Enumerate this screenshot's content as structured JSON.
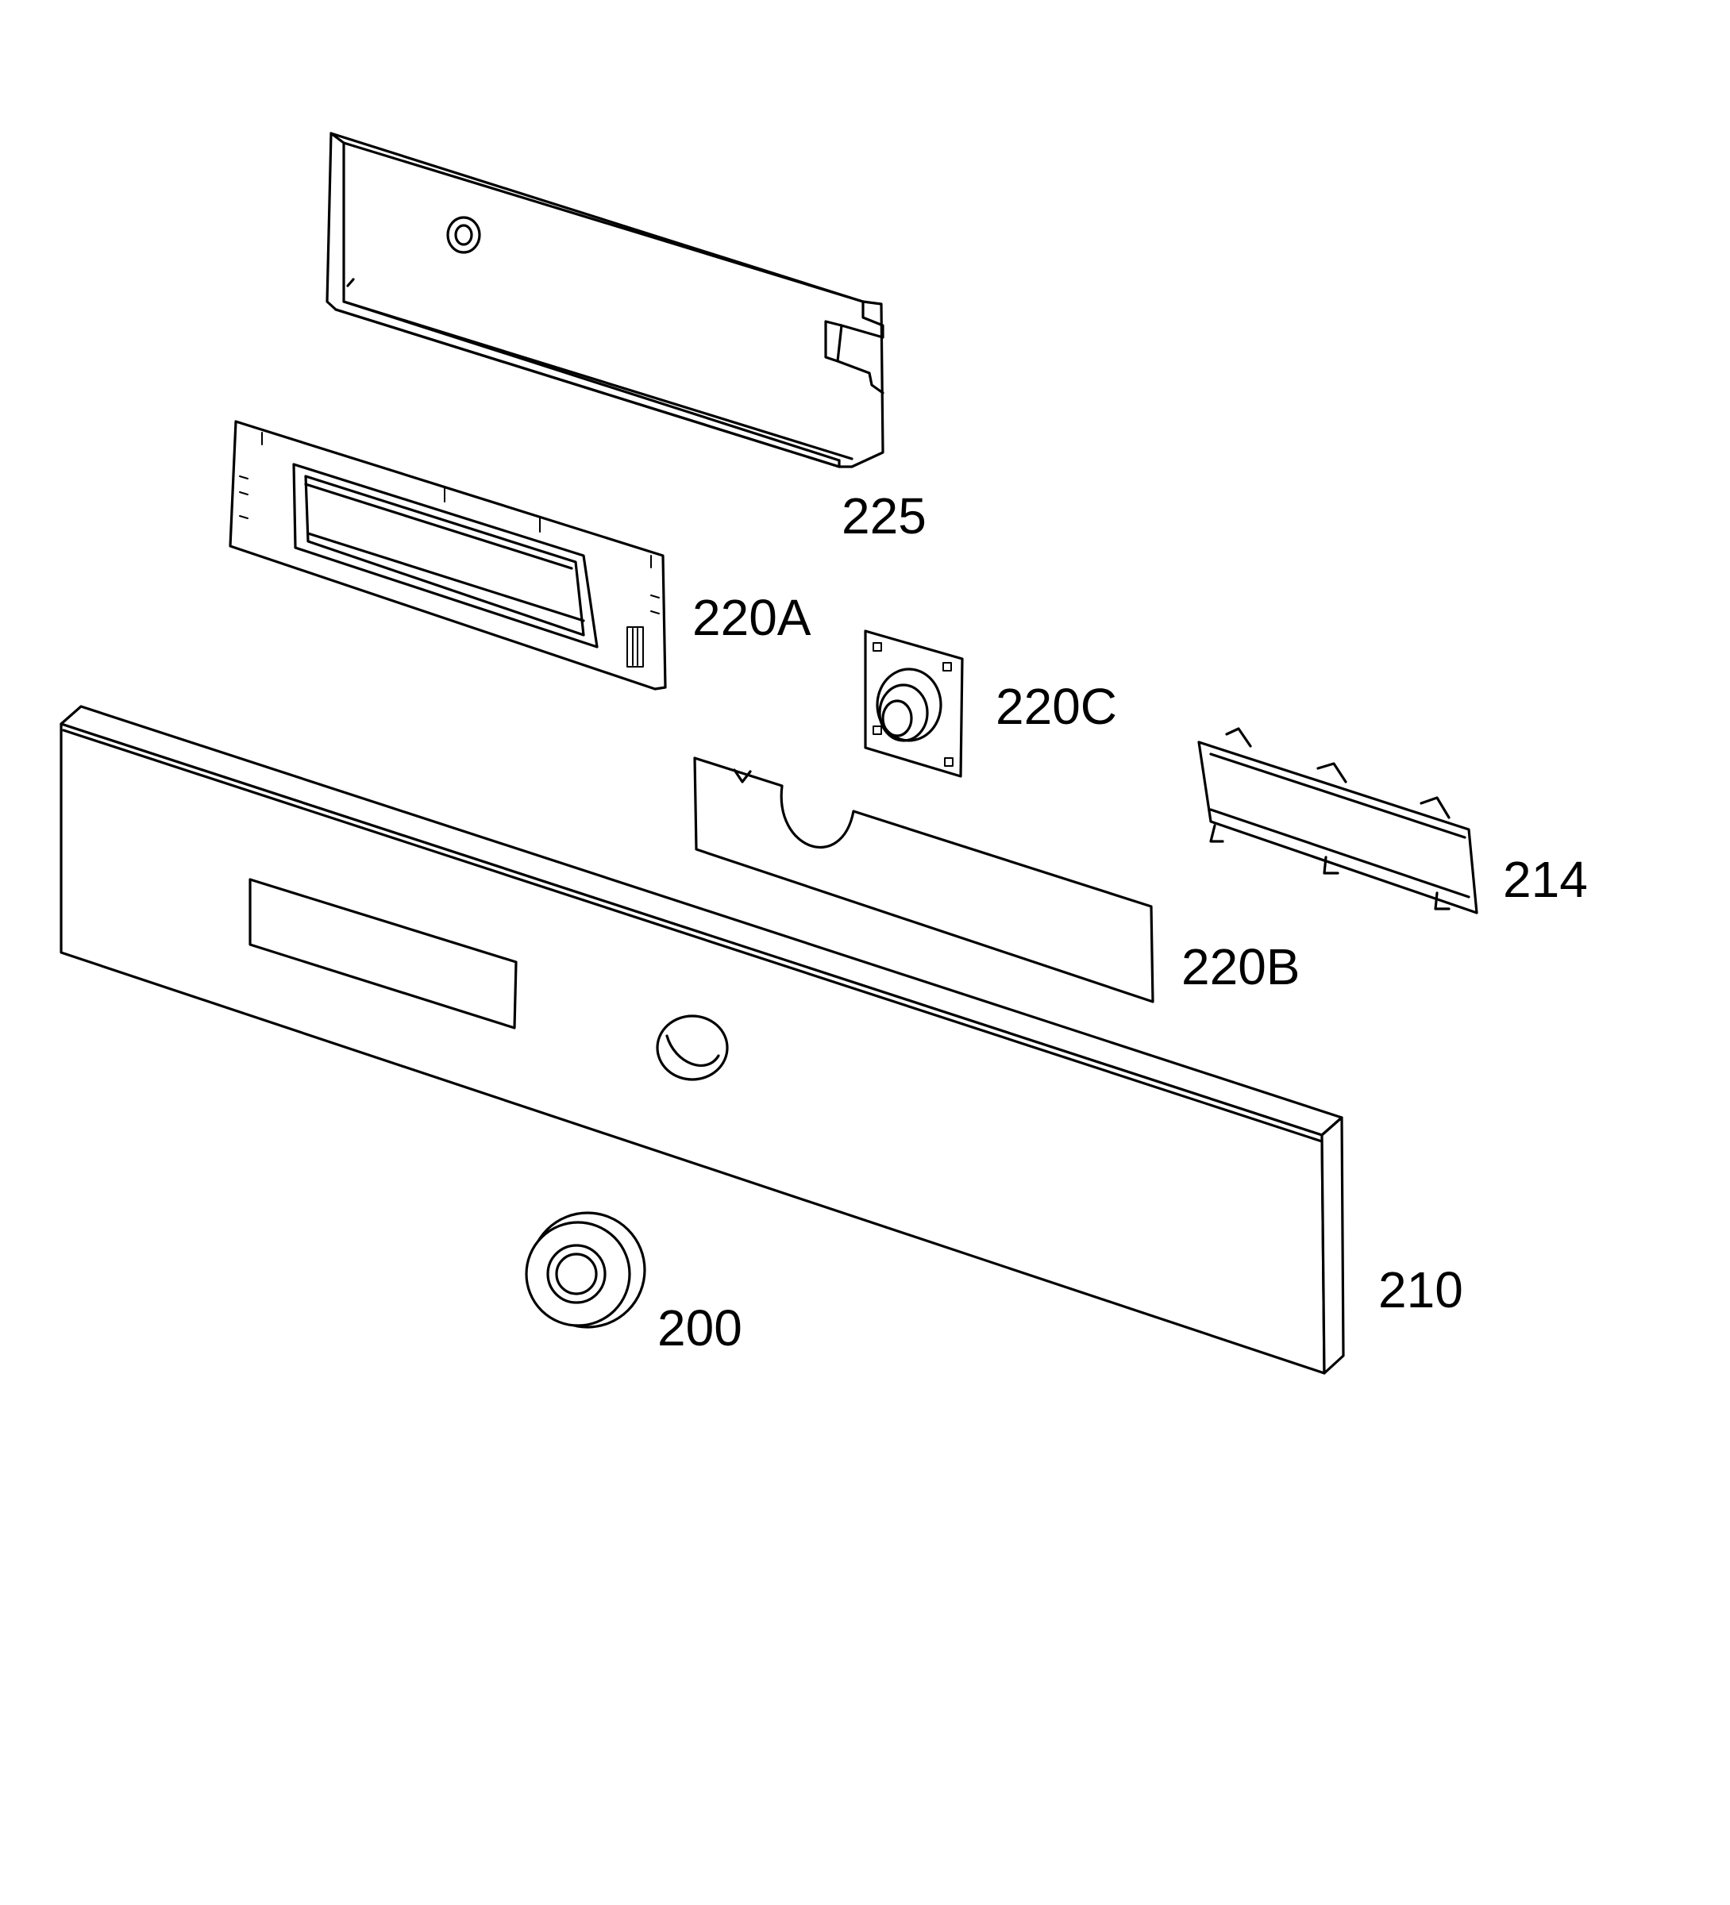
{
  "diagram": {
    "callouts": [
      {
        "id": "225",
        "label": "225"
      },
      {
        "id": "220A",
        "label": "220A"
      },
      {
        "id": "220C",
        "label": "220C"
      },
      {
        "id": "214",
        "label": "214"
      },
      {
        "id": "220B",
        "label": "220B"
      },
      {
        "id": "210",
        "label": "210"
      },
      {
        "id": "200",
        "label": "200"
      }
    ]
  }
}
